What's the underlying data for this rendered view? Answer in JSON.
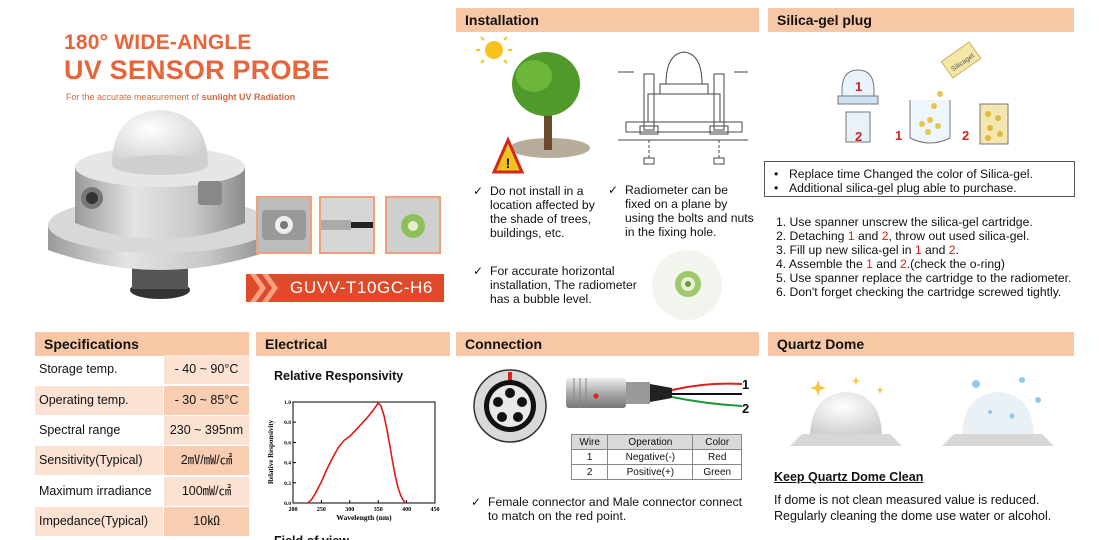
{
  "title": {
    "line1": "180° WIDE-ANGLE",
    "line2": "UV SENSOR PROBE",
    "tagline_a": "For the accurate measurement of ",
    "tagline_b": "sunlight UV Radiation",
    "model": "GUVV-T10GC-H6"
  },
  "headers": {
    "installation": "Installation",
    "silica": "Silica-gel plug",
    "specs": "Specifications",
    "electrical": "Electrical",
    "connection": "Connection",
    "quartz": "Quartz Dome"
  },
  "installation": {
    "note1": [
      "Do not install in a",
      "location affected by",
      "the shade of trees,",
      "buildings, etc."
    ],
    "note2": [
      "Radiometer can be",
      "fixed on a plane by",
      "using the bolts and nuts",
      "in the fixing hole."
    ],
    "note3": [
      "For accurate horizontal",
      "installation, The radiometer",
      "has a bubble level."
    ]
  },
  "silica": {
    "sachet": "Silicagel",
    "bullets": [
      "Replace time Changed the color of Silica-gel.",
      "Additional silica-gel plug able to purchase."
    ],
    "step1": "1. Use spanner unscrew the silica-gel cartridge.",
    "step2_a": "2. Detaching ",
    "step2_1": "1",
    "step2_b": " and ",
    "step2_2": "2",
    "step2_c": ", throw out used silica-gel.",
    "step3_a": "3. Fill up new silica-gel in ",
    "step3_1": "1",
    "step3_b": " and ",
    "step3_2": "2",
    "step3_c": ".",
    "step4_a": "4. Assemble the ",
    "step4_1": "1",
    "step4_b": " and ",
    "step4_2": "2",
    "step4_c": ".(check the o-ring)",
    "step5": "5. Use spanner replace the cartridge to the radiometer.",
    "step6": "6. Don't forget checking the cartridge screwed tightly.",
    "label1": "1",
    "label2": "2"
  },
  "specs": [
    {
      "key": "Storage temp.",
      "value": "- 40 ~ 90°C"
    },
    {
      "key": "Operating temp.",
      "value": "- 30 ~ 85°C"
    },
    {
      "key": "Spectral range",
      "value": "230 ~ 395nm"
    },
    {
      "key": "Sensitivity(Typical)",
      "value": "2㎷/㎽/㎠"
    },
    {
      "key": "Maximum irradiance",
      "value": "100㎽/㎠"
    },
    {
      "key": "Impedance(Typical)",
      "value": "10㏀"
    }
  ],
  "electrical": {
    "chart_title": "Relative Responsivity",
    "next_title": "Field of view"
  },
  "chart_data": {
    "type": "line",
    "title": "Relative Responsivity",
    "xlabel": "Wavelength (nm)",
    "ylabel": "Relative Responsivity",
    "xlim": [
      200,
      450
    ],
    "ylim": [
      0,
      1.0
    ],
    "x_ticks": [
      "200",
      "250",
      "300",
      "350",
      "400",
      "450"
    ],
    "y_ticks": [
      "0.0",
      "0.2",
      "0.4",
      "0.6",
      "0.8",
      "1.0"
    ],
    "grid": false,
    "color": "#e01818",
    "series": [
      {
        "x": [
          226,
          232,
          240,
          250,
          260,
          270,
          280,
          290,
          300,
          310,
          320,
          330,
          340,
          345,
          350,
          355,
          360,
          365,
          370,
          375,
          380,
          385,
          390,
          395,
          398
        ],
        "y": [
          0.0,
          0.03,
          0.1,
          0.21,
          0.34,
          0.45,
          0.55,
          0.62,
          0.66,
          0.72,
          0.78,
          0.84,
          0.91,
          0.95,
          0.99,
          0.96,
          0.87,
          0.74,
          0.58,
          0.42,
          0.27,
          0.15,
          0.07,
          0.02,
          0.0
        ]
      }
    ]
  },
  "connection": {
    "wire1": "1",
    "wire2": "2",
    "table_headers": [
      "Wire",
      "Operation",
      "Color"
    ],
    "rows": [
      {
        "wire": "1",
        "op": "Negative(-)",
        "color": "Red"
      },
      {
        "wire": "2",
        "op": "Positive(+)",
        "color": "Green"
      }
    ],
    "note": [
      "Female connector and Male connector connect",
      "to match on the red point."
    ]
  },
  "quartz": {
    "heading": "Keep Quartz Dome Clean",
    "text": [
      "If dome is not clean measured value is reduced.",
      "Regularly cleaning the dome use water or alcohol."
    ]
  }
}
